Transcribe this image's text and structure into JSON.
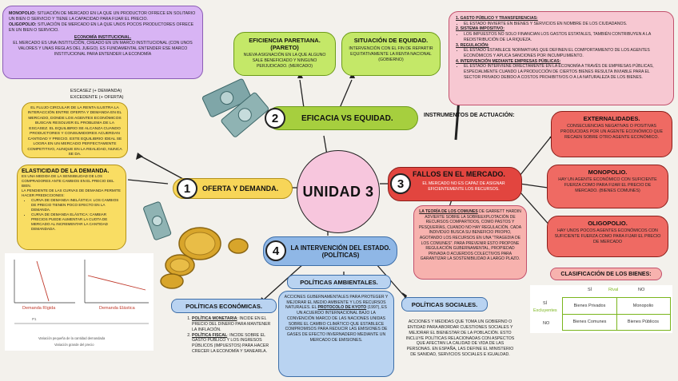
{
  "center": {
    "title": "UNIDAD 3"
  },
  "market": {
    "line1_term": "MONOPOLIO:",
    "line1": " SITUACIÓN DE MERCADO EN LA QUE UN PRODUCTOR OFRECE EN SOLITARIO UN BIEN O SERVICIO Y TIENE LA CAPACIDAD PARA FIJAR EL PRECIO.",
    "line2_term": "OLIGOPOLIO:",
    "line2": " SITUACIÓN DE MERCADO EN LA QUE UNOS POCOS PRODUCTORES OFRECE EN UN BIEN O SERVICIO.",
    "inst_title": "ECONOMÍA INSTITUCIONAL.",
    "inst_text": "EL MERCADO ES UNA INSTITUCIÓN, CREADO EN UN MARCO INSTITUCIONAL (CON UNOS VALORES Y UNAS REGLAS DEL JUEGO). ES FUNDAMENTAL ENTENDER ESE MARCO INSTITUCIONAL PARA ENTENDER LA ECONOMÍA"
  },
  "pareto": {
    "title": "EFICIENCIA PARETIANA. (PARETO)",
    "text": "NUEVA ASIGNACIÓN EN LA QUE ALGUNO SALE BENEFICIADO Y NINGUNO PERJUDICADO. (MERCADO)"
  },
  "equidad": {
    "title": "SITUACIÓN DE EQUIDAD.",
    "text": "INTERVENCIÓN CON EL FIN DE REPARTIR EQUITATIVAMENTE LA RENTA NACIONAL (GOBIERNO)"
  },
  "instruments": {
    "items": [
      {
        "title": "1. GASTO PÚBLICO Y TRANSFERENCIAS:",
        "bullets": [
          "EL ESTADO INVIERTE EN BIENES Y SERVICIOS EN NOMBRE DE LOS CIUDADANOS."
        ]
      },
      {
        "title": "2. SISTEMA IMPOSITIVO:",
        "bullets": [
          "LOS IMPUESTOS NO SOLO FINANCIAN LOS GASTOS ESTATALES, TAMBIÉN CONTRIBUYEN A LA REDISTRIBUCIÓN DE LA RIQUEZA."
        ]
      },
      {
        "title": "3. REGULACIÓN:",
        "bullets": [
          "EL ESTADO ESTABLECE NORMATIVAS QUE DEFINEN EL COMPORTAMIENTO DE LOS AGENTES ECONÓMICOS Y APLICA SANCIONES POR INCUMPLIMIENTO."
        ]
      },
      {
        "title": "4. INTERVENCIÓN MEDIANTE EMPRESAS PÚBLICAS:",
        "bullets": [
          "EL ESTADO INTERVIENE DIRECTAMENTE EN LA ECONOMÍA A TRAVÉS DE EMPRESAS PÚBLICAS, ESPECIALMENTE CUANDO LA PRODUCCIÓN DE CIERTOS BIENES RESULTA INVIABLE PARA EL SECTOR PRIVADO DEBIDO A COSTOS PROHIBITIVOS O A LA NATURALEZA DE LOS BIENES."
        ]
      }
    ]
  },
  "instruments_label": "INSTRUMENTOS DE ACTUACIÓN:",
  "eficacia": {
    "num": "2",
    "title": "EFICACIA VS EQUIDAD."
  },
  "oferta": {
    "num": "1",
    "title": "OFERTA Y DEMANDA."
  },
  "fallos": {
    "num": "3",
    "title": "FALLOS EN EL MERCADO.",
    "text": "EL MERCADO NO ES CAPAZ DE ASIGNAR EFICIENTEMENTE LOS RECURSOS."
  },
  "intervencion": {
    "num": "4",
    "title": "LA INTERVENCIÓN DEL ESTADO. (POLÍTICAS)"
  },
  "escasez": {
    "l1": "ESCASEZ (+ DEMANDA)",
    "l2": "EXCEDENTE (+ OFERTA)"
  },
  "flujo": {
    "text": "EL FLUJO CIRCULAR DE LA RENTA ILUSTRA LA INTERACCIÓN ENTRE OFERTA Y DEMANDA EN EL MERCADO, DONDE LOS AGENTES ECONÓMICOS BUSCAN RESOLVER EL PROBLEMA DE LA ESCASEZ. EL EQUILIBRIO SE ALCANZA CUANDO PRODUCTORES Y CONSUMIDORES ACUERDAN CANTIDAD Y PRECIO. ESTE EQUILIBRIO IDEAL SE LOGRA EN UN MERCADO PERFECTAMENTE COMPETITIVO, AUNQUE EN LA REALIDAD, NUNCA SE DA."
  },
  "elasticidad": {
    "title": "ELASTICIDAD DE LA DEMANDA.",
    "intro": "ES UNA MEDIDA DE LA SENSIBILIDAD DE LOS COMPRADORES ANTE CAMBIOS EN EL PRECIO DEL BIEN.",
    "pend": "LA PENDIENTE DE LAS CURVAS DE DEMANDA PERMITE HACER PREDICCIONES:",
    "b1": "CURVA DE DEMANDA INELÁSTICA: LOS CAMBIOS DE PRECIO TIENEN POCO EFECTO EN LA DEMANDA.",
    "b2": "CURVA DE DEMANDA ELÁSTICA: CAMBIAR PRECIOS PUEDE AUMENTAR LA CUOTA DE MERCADO AL INCREMENTAR LA CANTIDAD DEMANDADA."
  },
  "graph": {
    "left_label": "Demanda Rígida",
    "right_label": "Demanda Elástica",
    "p_left": "P1",
    "caption1": "Variación pequeña de la cantidad demandada",
    "caption2": "Variación grande del precio"
  },
  "externalidades": {
    "title": "EXTERNALIDADES.",
    "text": "CONSECUENCIAS NEGATIVAS O POSITIVAS PRODUCIDAS POR UN AGENTE ECONÓMICO QUE RECAEN SOBRE OTRO AGENTE ECONÓMICO."
  },
  "monopolio": {
    "title": "MONOPOLIO.",
    "text": "HAY UN AGENTE ECONÓMICO CON SUFICIENTE FUERZA COMO PARA FIJAR EL PRECIO DE MERCADO. (BIENES COMUNES)"
  },
  "oligopolio": {
    "title": "OLIGOPOLIO.",
    "text": "HAY UNOS POCOS AGENTES ECONÓMICOS CON SUFICIENTE FUERZA COMO PARA FIJAR EL PRECIO DE MERCADO"
  },
  "hardin": {
    "title": "LA TEORÍA DE LOS COMUNES",
    "text": " DE GARRETT HARDIN ADVIERTE SOBRE LA SOBREEXPLOTACIÓN DE RECURSOS COMPARTIDOS, COMO PASTOS Y PESQUERÍAS, CUANDO NO HAY REGULACIÓN. CADA INDIVIDUO BUSCA SU BENEFICIO PROPIO, AGOTANDO LOS RECURSOS EN UNA \"TRAGEDIA DE LOS COMUNES\". PARA PREVENIR ESTO PROPONE REGULACIÓN GUBERNAMENTAL, PROPIEDAD PRIVADA O ACUERDOS COLECTIVOS PARA GARANTIZAR LA SOSTENIBILIDAD A LARGO PLAZO."
  },
  "clasificacion": {
    "title": "CLASIFICACIÓN DE LOS BIENES:",
    "col_si": "SÍ",
    "col_rival": "Rival",
    "col_no": "NO",
    "row_si": "SÍ",
    "row_excl": "Excluyentes",
    "row_no": "NO",
    "c11": "Bienes Privados",
    "c12": "Monopolio",
    "c21": "Bienes Comunes",
    "c22": "Bienes Públicos"
  },
  "pol_eco": {
    "title": "POLÍTICAS  ECONÓMICAS.",
    "i1_term": "POLÍTICA MONETARIA",
    "i1": ": INCIDE EN EL PRECIO DEL DINERO PARA MANTENER LA INFLACIÓN.",
    "i2_term": "POLÍTICA FISCAL",
    "i2": ": INCIDE SOBRE EL GASTO PÚBLICO Y LOS INGRESOS PÚBLICOS (IMPUESTOS) PARA HACER CRECER LA ECONOMÍA Y SANEARLA."
  },
  "pol_amb": {
    "title": "POLÍTICAS AMBIENTALES.",
    "text1": "ACCIONES GUBERNAMENTALES PARA PROTEGER Y MEJORAR EL MEDIO AMBIENTE Y LOS RECURSOS NATURALES. EL ",
    "kyoto": "PROTOCOLO DE KYOTO",
    "text2": " (1997), ES UN ACUERDO INTERNACIONAL BAJO LA CONVENCIÓN MARCO DE LAS NACIONES UNIDAS SOBRE EL CAMBIO CLIMÁTICO QUE ESTABLECE COMPROMISOS PARA REDUCIR LAS EMISIONES DE GASES DE EFECTO INVERNADERO MEDIANTE UN MERCADO DE EMISIONES."
  },
  "pol_soc": {
    "title": "POLÍTICAS SOCIALES.",
    "text": "ACCIONES Y MEDIDAS QUE TOMA UN GOBIERNO O ENTIDAD PARA ABORDAR CUESTIONES SOCIALES Y MEJORAR EL BIENESTAR DE LA POBLACIÓN. ESTO INCLUYE POLÍTICAS RELACIONADAS CON ASPECTOS QUE AFECTAN LA CALIDAD DE VIDA DE LAS PERSONAS. EN ESPAÑA, LAS DEFINE EL MINISTERIO DE SANIDAD, SERVICIOS SOCIALES E IGUALDAD."
  },
  "colors": {
    "accent_green": "#a6cf3e",
    "accent_yellow": "#f7d558",
    "accent_red": "#e2453f",
    "accent_blue": "#8fb7e6",
    "pink": "#f6b8d7"
  }
}
